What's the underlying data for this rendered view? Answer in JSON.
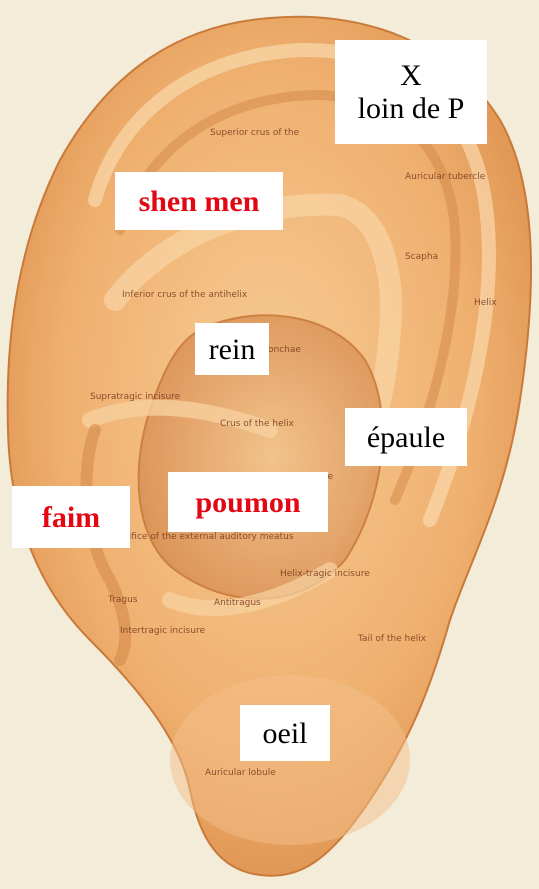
{
  "anatomy_labels": {
    "superior_crus": "Superior crus of the",
    "auricular_tubercle": "Auricular tubercle",
    "scapha": "Scapha",
    "helix": "Helix",
    "inferior_crus": "Inferior crus of the antihelix",
    "conchae": "onchae",
    "supratragic": "Supratragic incisure",
    "crus_helix": "Crus of the helix",
    "ae": "ae",
    "orifice": "Orifice of the external auditory meatus",
    "helix_tragic": "Helix-tragic incisure",
    "tragus": "Tragus",
    "antitragus": "Antitragus",
    "intertragic": "Intertragic incisure",
    "tail_helix": "Tail of the helix",
    "auricular_lobule": "Auricular lobule"
  },
  "point_labels": {
    "x_line1": "X",
    "x_line2": "loin de P",
    "shen_men": "shen men",
    "rein": "rein",
    "epaule": "épaule",
    "faim": "faim",
    "poumon": "poumon",
    "oeil": "oeil"
  },
  "colors": {
    "highlight_red": "#e30613",
    "skin": "#f0b676",
    "background": "#f3ecd9"
  }
}
